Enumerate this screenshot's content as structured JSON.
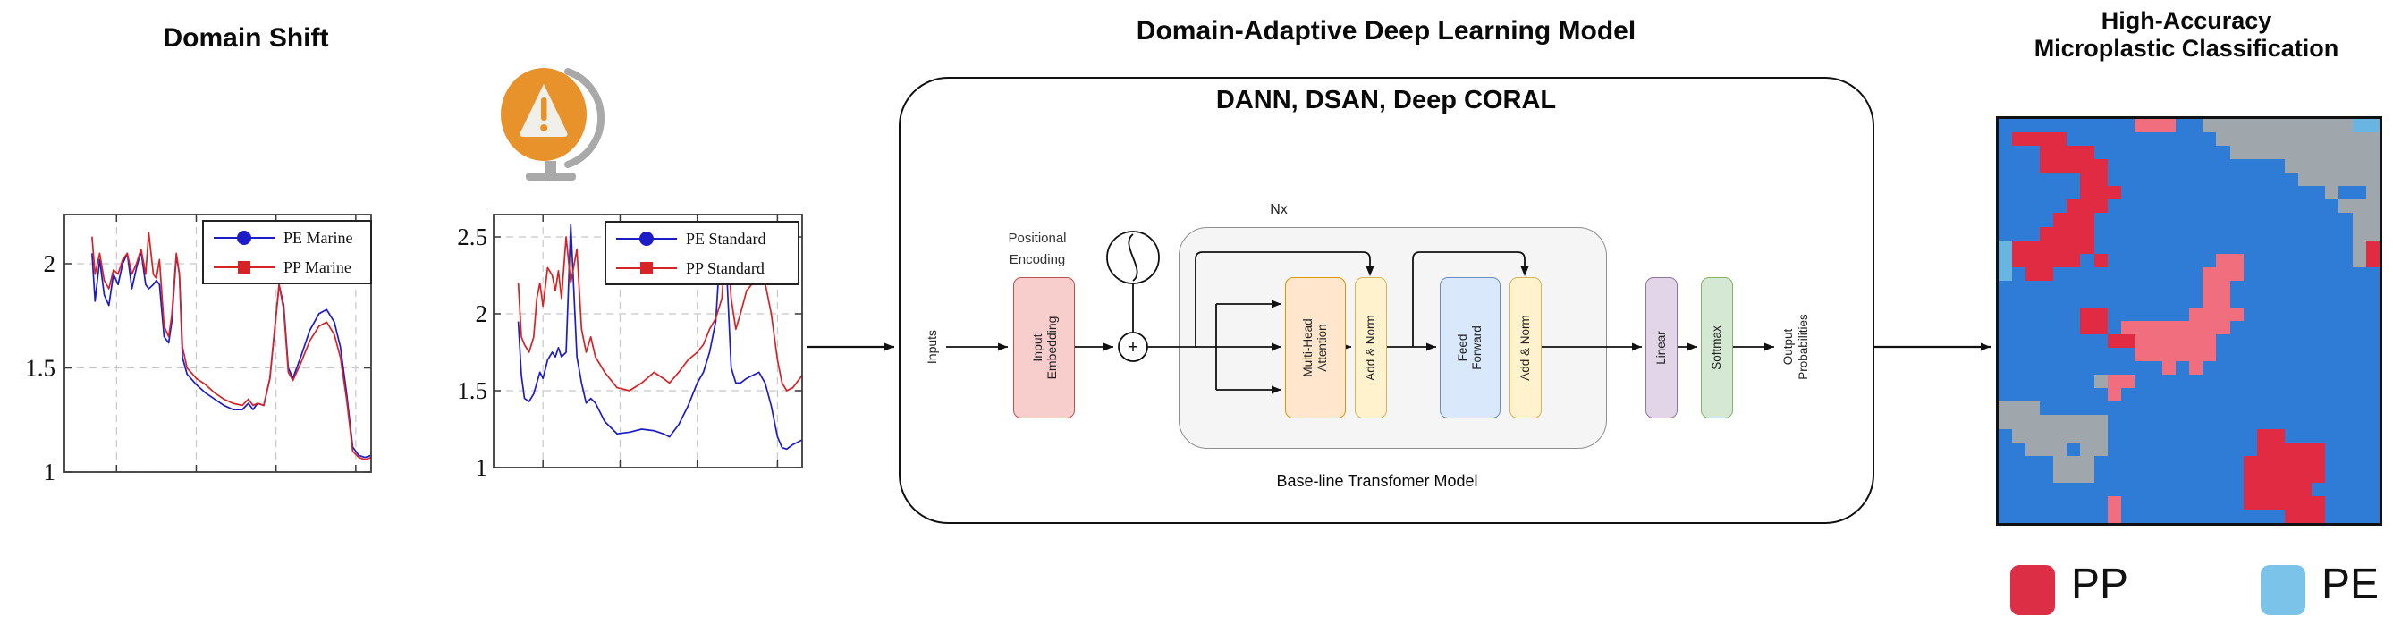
{
  "left": {
    "title": "Domain Shift",
    "warning_globe_icon": {
      "name": "warning-globe-icon",
      "circle_color": "#e8922c",
      "triangle_color": "#f1efe9",
      "stand_color": "#a9a9a9"
    }
  },
  "middle": {
    "title": "Domain-Adaptive Deep Learning Model",
    "box_title": "DANN, DSAN, Deep CORAL",
    "baseline_label": "Base-line Transfomer Model",
    "nx": "Nx",
    "plus": "+",
    "labels": {
      "inputs": "Inputs",
      "positional_line1": "Positional",
      "positional_line2": "Encoding",
      "output_line1": "Output",
      "output_line2": "Probabilities"
    },
    "blocks": [
      {
        "id": "input-embedding",
        "label": "Input\nEmbedding",
        "fill": "#f8cecc",
        "stroke": "#b85450"
      },
      {
        "id": "multi-head-attention",
        "label": "Multi-Head\nAttention",
        "fill": "#ffe6cc",
        "stroke": "#d79b00"
      },
      {
        "id": "add-norm-1",
        "label": "Add & Norm",
        "fill": "#fff2cc",
        "stroke": "#d6b656"
      },
      {
        "id": "feed-forward",
        "label": "Feed\nForward",
        "fill": "#dae8fc",
        "stroke": "#6c8ebf"
      },
      {
        "id": "add-norm-2",
        "label": "Add & Norm",
        "fill": "#fff2cc",
        "stroke": "#d6b656"
      },
      {
        "id": "linear",
        "label": "Linear",
        "fill": "#e1d5e7",
        "stroke": "#9673a6"
      },
      {
        "id": "softmax",
        "label": "Softmax",
        "fill": "#d5e8d4",
        "stroke": "#82b366"
      }
    ]
  },
  "right": {
    "title_line1": "High-Accuracy",
    "title_line2": "Microplastic Classification",
    "legend": [
      {
        "label": "PP",
        "color": "#dc2e44"
      },
      {
        "label": "PE",
        "color": "#7cc3ea"
      }
    ],
    "map": {
      "palette": {
        "B": "#2e7cd6",
        "R": "#e02b42",
        "S": "#f06e7e",
        "G": "#9fa6ac",
        "C": "#69b5e2"
      },
      "grid": [
        "BBBBBBBBBBSSSBBGGGGGGGGGGGCC",
        "BRRRRBBBBBBBBBBBGGGGGGGGGGGG",
        "BBBRRRRBBBBBBBBBBGGGGGGGGGGG",
        "BBBRRRRRBBBBBBBBBBBBBGGGGGGG",
        "BBBBBBRRBBBBBBBBBBBBBBGGGGGG",
        "BBBBBBRRRBBBBBBBBBBBBBBBGBBG",
        "BBBBBRRRBBBBBBBBBBBBBBBBBGGG",
        "BBBBRRRBBBBBBBBBBBBBBBBBBBGG",
        "BBBRRRRBBBBBBBBBBBBBBBBBBBGG",
        "CRRRRRRBBBBBBBBBBBBBBBBBBBGR",
        "CRRRRRBRBBBBBBBBSSBBBBBBBBGR",
        "CBRRBBBBBBBBBBBSSSBBBBBBBBBB",
        "BBBBBBBBBBBBBBBSSBBBBBBBBBBB",
        "BBBBBBBBBBBBBBBSSBBBBBBBBBBB",
        "BBBBBBRRBBBBBBSSSSBBBBBBBBBB",
        "BBBBBBRRBSSSSSSSSBBBBBBBBBBB",
        "BBBBBBBBRRSSSSSSBBBBBBBBBBBB",
        "BBBBBBBBBBSSSSSSBBBBBBBBBBBB",
        "BBBBBBBBBBBBSBSBBBBBBBBBBBBB",
        "BBBBBBBGSSBBBBBBBBBBBBBBBBBB",
        "BBBBBBBBSBBBBBBBBBBBBBBBBBBB",
        "GGGBBBBBBBBBBBBBBBBBBBBBBBBB",
        "GGGGGGGGBBBBBBBBBBBBBBBBBBBB",
        "BGGGGGGGBBBBBBBBBBBRRBBBBBBB",
        "BBGGGBGGBBBBBBBBBBBRRRRRBBBB",
        "BBBBGGGBBBBBBBBBBBRRRRRRBBBB",
        "BBBBGGGBBBBBBBBBBBRRRRRRBBBB",
        "BBBBBBBBBBBBBBBBBBRRRRRBBBBB",
        "BBBBBBBBSBBBBBBBBBRRRRRRBBBB",
        "BBBBBBBBSBBBBBBBBBBBBRRRBBBB"
      ]
    }
  },
  "chart_data": [
    {
      "type": "line",
      "title": "",
      "xlabel": "",
      "ylabel": "",
      "ylim": [
        1,
        2.235
      ],
      "yticks": [
        1,
        1.5,
        2
      ],
      "xticklabels": false,
      "grid": true,
      "legend_position": "top-right",
      "x": [
        0.09,
        0.1,
        0.115,
        0.13,
        0.145,
        0.16,
        0.175,
        0.19,
        0.205,
        0.22,
        0.235,
        0.25,
        0.265,
        0.275,
        0.29,
        0.3,
        0.31,
        0.325,
        0.34,
        0.35,
        0.365,
        0.375,
        0.385,
        0.4,
        0.43,
        0.46,
        0.49,
        0.52,
        0.55,
        0.58,
        0.6,
        0.615,
        0.63,
        0.65,
        0.67,
        0.69,
        0.7,
        0.715,
        0.73,
        0.745,
        0.77,
        0.8,
        0.83,
        0.855,
        0.88,
        0.9,
        0.92,
        0.94,
        0.96,
        0.98,
        1.0
      ],
      "series": [
        {
          "name": "PE Marine",
          "color": "#1d1dc8",
          "marker": "circle",
          "y": [
            2.05,
            1.82,
            2.02,
            1.85,
            1.8,
            1.95,
            1.9,
            2.0,
            2.05,
            1.88,
            1.98,
            2.06,
            1.9,
            1.88,
            1.9,
            1.92,
            1.9,
            1.65,
            1.62,
            1.72,
            2.04,
            1.95,
            1.55,
            1.47,
            1.42,
            1.38,
            1.35,
            1.32,
            1.3,
            1.3,
            1.33,
            1.3,
            1.33,
            1.32,
            1.45,
            1.75,
            1.9,
            1.8,
            1.5,
            1.45,
            1.55,
            1.68,
            1.76,
            1.78,
            1.72,
            1.6,
            1.38,
            1.12,
            1.08,
            1.07,
            1.08
          ]
        },
        {
          "name": "PP Marine",
          "color": "#d62426",
          "marker": "square",
          "y": [
            2.13,
            1.95,
            2.05,
            1.92,
            1.88,
            1.97,
            1.95,
            2.02,
            2.05,
            1.95,
            2.0,
            2.07,
            1.95,
            2.15,
            1.95,
            1.93,
            2.02,
            1.7,
            1.65,
            1.75,
            2.05,
            1.95,
            1.6,
            1.5,
            1.45,
            1.42,
            1.38,
            1.35,
            1.33,
            1.32,
            1.35,
            1.32,
            1.33,
            1.32,
            1.45,
            1.75,
            1.9,
            1.78,
            1.48,
            1.44,
            1.52,
            1.63,
            1.7,
            1.72,
            1.66,
            1.55,
            1.35,
            1.1,
            1.07,
            1.06,
            1.07
          ]
        }
      ]
    },
    {
      "type": "line",
      "title": "",
      "xlabel": "",
      "ylabel": "",
      "ylim": [
        1,
        2.64
      ],
      "yticks": [
        1,
        1.5,
        2,
        2.5
      ],
      "xticklabels": false,
      "grid": true,
      "legend_position": "top-right",
      "x": [
        0.08,
        0.09,
        0.1,
        0.115,
        0.13,
        0.14,
        0.15,
        0.16,
        0.175,
        0.19,
        0.2,
        0.21,
        0.22,
        0.235,
        0.25,
        0.27,
        0.285,
        0.3,
        0.315,
        0.33,
        0.36,
        0.4,
        0.44,
        0.48,
        0.52,
        0.55,
        0.57,
        0.6,
        0.63,
        0.66,
        0.68,
        0.7,
        0.72,
        0.74,
        0.755,
        0.77,
        0.785,
        0.8,
        0.82,
        0.84,
        0.86,
        0.88,
        0.9,
        0.92,
        0.935,
        0.95,
        0.97,
        1.0
      ],
      "series": [
        {
          "name": "PE Standard",
          "color": "#1d1dc8",
          "marker": "circle",
          "y": [
            1.95,
            1.6,
            1.45,
            1.43,
            1.48,
            1.55,
            1.62,
            1.58,
            1.7,
            1.75,
            1.72,
            1.78,
            1.72,
            1.75,
            2.58,
            1.72,
            1.55,
            1.42,
            1.45,
            1.42,
            1.3,
            1.22,
            1.23,
            1.25,
            1.24,
            1.22,
            1.2,
            1.28,
            1.4,
            1.55,
            1.62,
            1.75,
            1.95,
            2.6,
            2.3,
            1.65,
            1.55,
            1.55,
            1.58,
            1.6,
            1.62,
            1.55,
            1.4,
            1.2,
            1.13,
            1.12,
            1.15,
            1.18
          ]
        },
        {
          "name": "PP Standard",
          "color": "#d62426",
          "marker": "square",
          "y": [
            2.2,
            1.85,
            1.8,
            1.75,
            1.85,
            2.1,
            2.2,
            2.05,
            2.3,
            2.25,
            2.15,
            2.28,
            2.1,
            2.5,
            2.2,
            2.42,
            1.9,
            1.75,
            1.85,
            1.72,
            1.62,
            1.52,
            1.5,
            1.55,
            1.62,
            1.58,
            1.55,
            1.62,
            1.7,
            1.75,
            1.8,
            1.9,
            1.97,
            2.1,
            2.55,
            2.1,
            1.9,
            2.0,
            2.15,
            2.2,
            2.25,
            2.2,
            2.0,
            1.7,
            1.55,
            1.5,
            1.52,
            1.6
          ]
        }
      ]
    }
  ]
}
